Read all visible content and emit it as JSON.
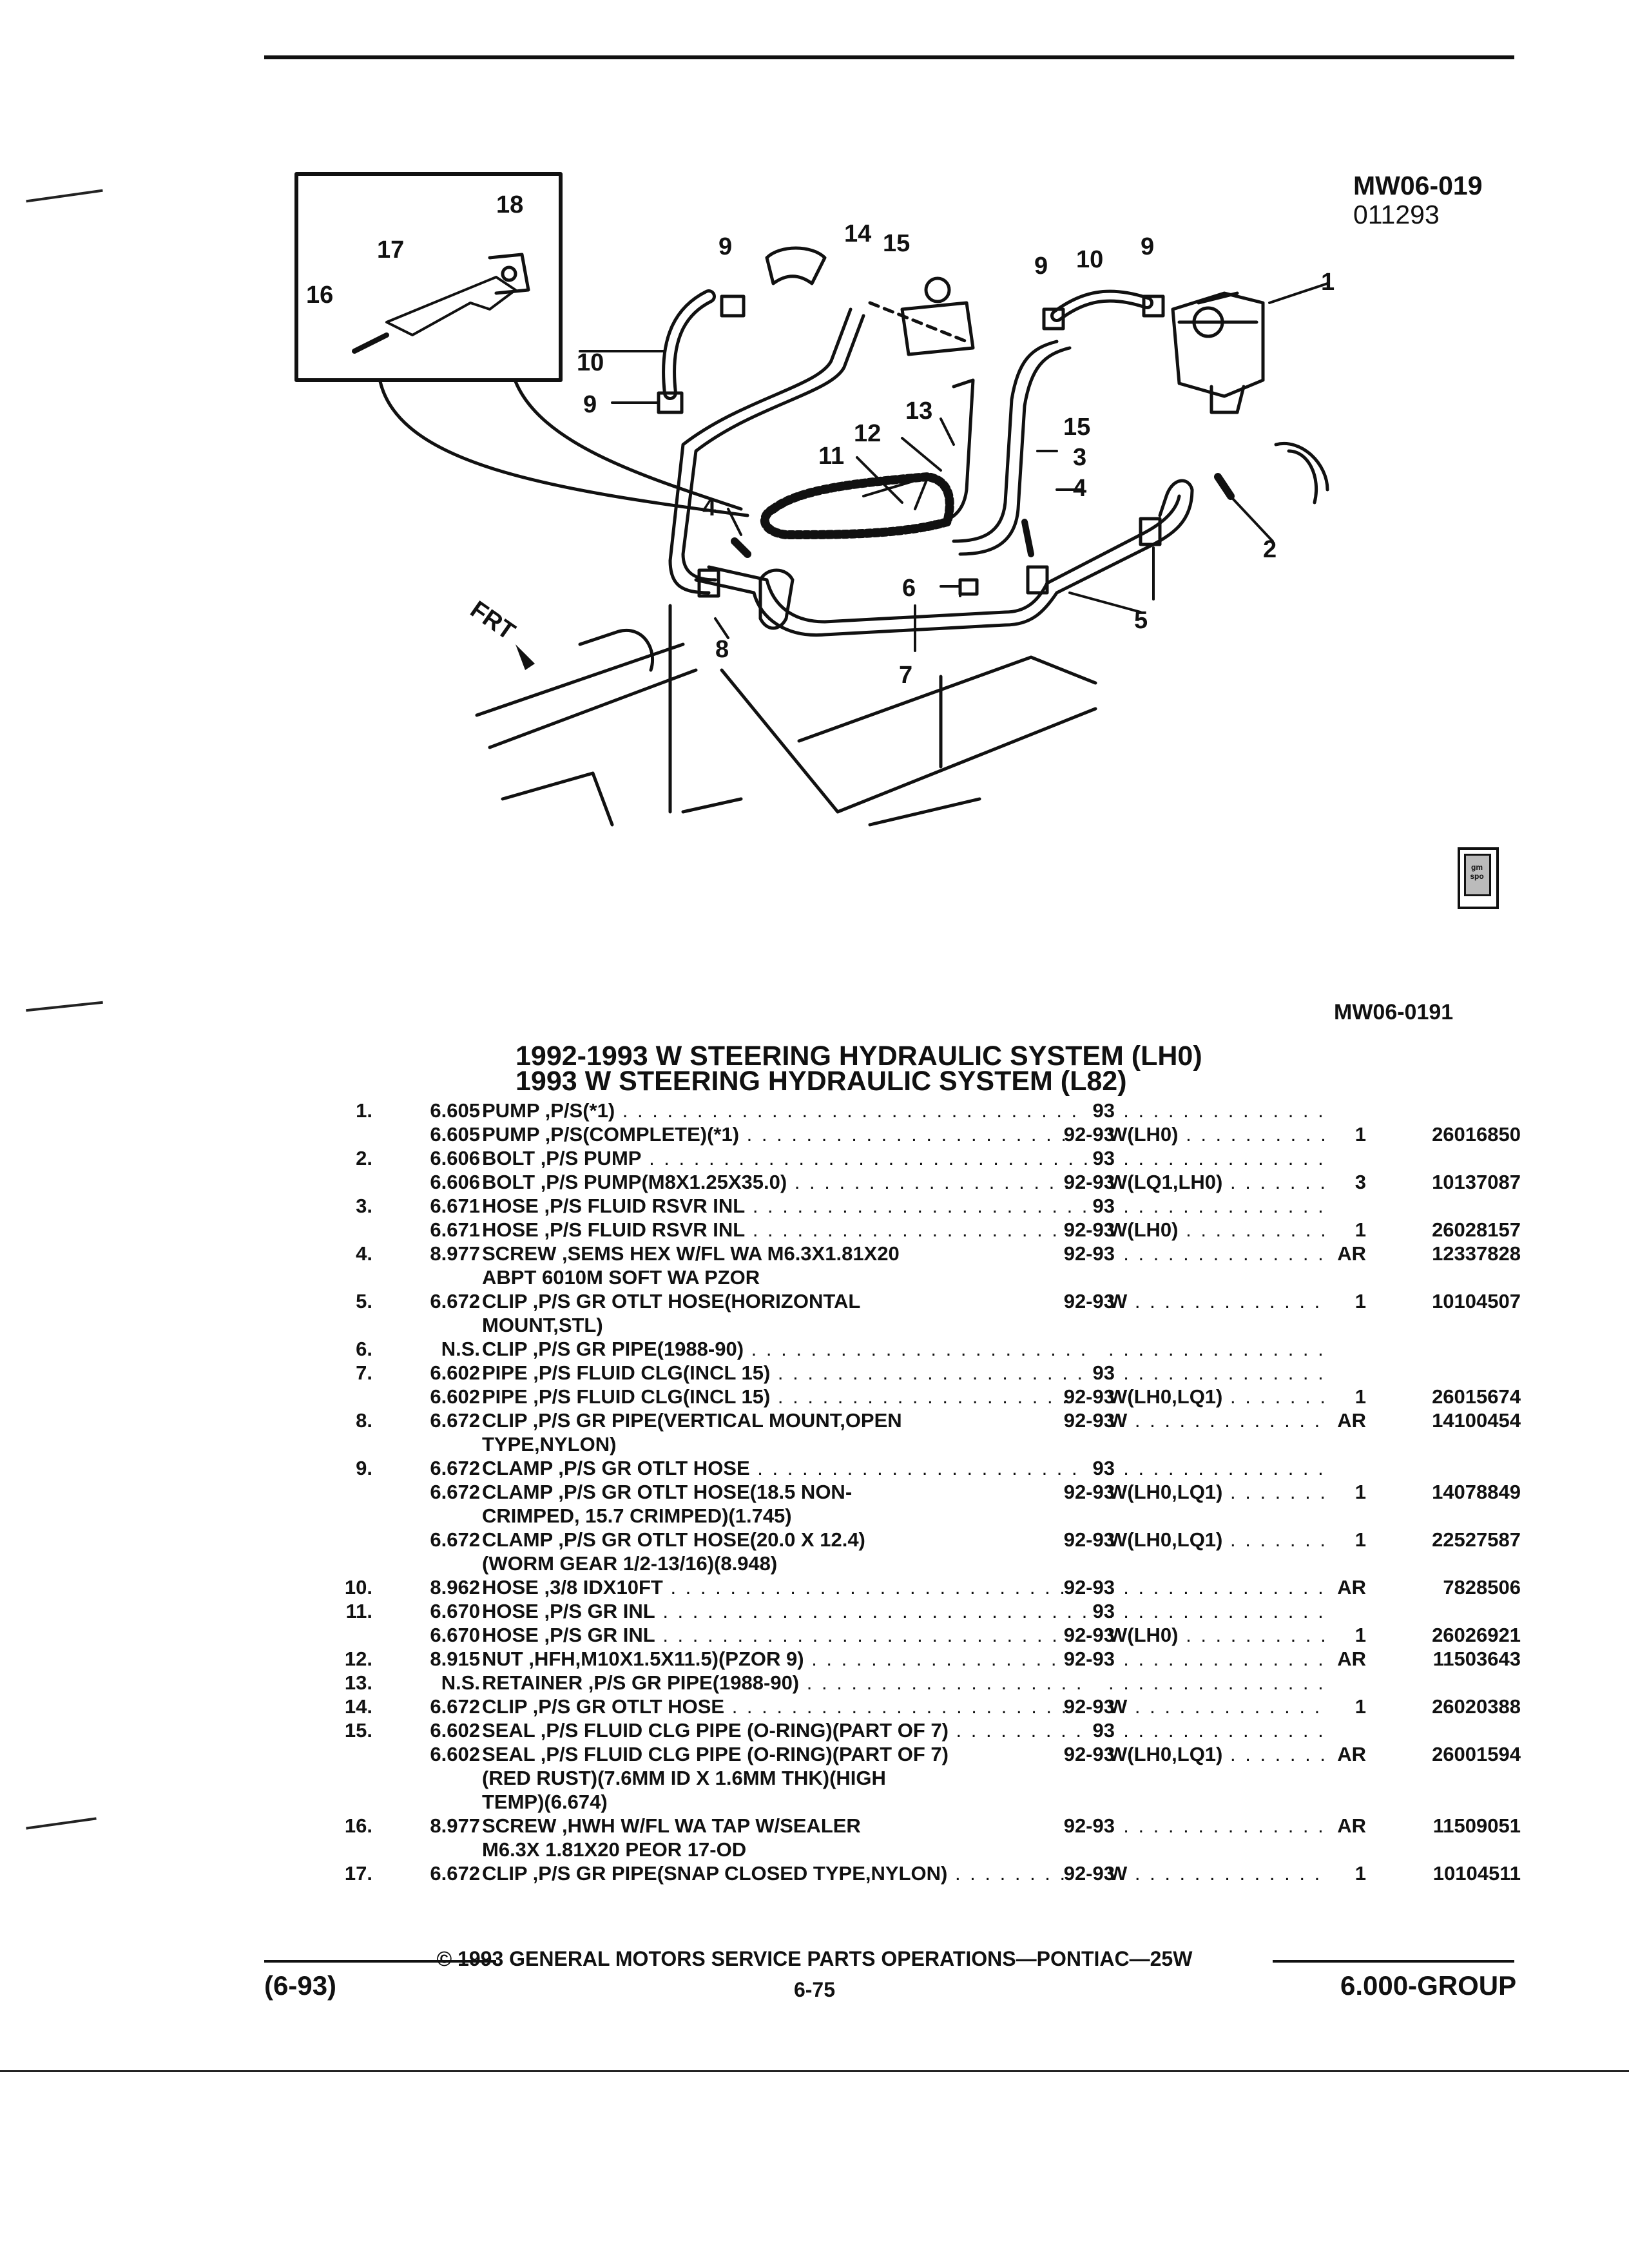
{
  "diagram": {
    "code_top": "MW06-019",
    "code_date": "011293",
    "code_bottom": "MW06-0191",
    "front_label": "FRT",
    "badge_text": "gm spo",
    "callouts": [
      "18",
      "17",
      "16",
      "10",
      "9",
      "9",
      "14",
      "15",
      "9",
      "10",
      "9",
      "1",
      "13",
      "12",
      "11",
      "3",
      "15",
      "4",
      "4",
      "2",
      "6",
      "5",
      "8",
      "7"
    ]
  },
  "titles": {
    "line1": "1992-1993 W STEERING HYDRAULIC SYSTEM (LH0)",
    "line2": "1993 W STEERING HYDRAULIC SYSTEM (L82)"
  },
  "parts": [
    {
      "item": "1.",
      "group": "6.605",
      "name": "PUMP",
      "rest": " ,P/S(*1)",
      "year": "93",
      "app": "",
      "qty": "",
      "part": ""
    },
    {
      "item": "",
      "group": "6.605",
      "name": "PUMP",
      "rest": " ,P/S(COMPLETE)(*1)",
      "year": "92-93",
      "app": "W(LH0)",
      "qty": "1",
      "part": "26016850"
    },
    {
      "item": "2.",
      "group": "6.606",
      "name": "BOLT",
      "rest": " ,P/S PUMP",
      "year": "93",
      "app": "",
      "qty": "",
      "part": ""
    },
    {
      "item": "",
      "group": "6.606",
      "name": "BOLT",
      "rest": " ,P/S PUMP(M8X1.25X35.0)",
      "year": "92-93",
      "app": "W(LQ1,LH0)",
      "qty": "3",
      "part": "10137087"
    },
    {
      "item": "3.",
      "group": "6.671",
      "name": "HOSE",
      "rest": " ,P/S FLUID RSVR INL",
      "year": "93",
      "app": "",
      "qty": "",
      "part": ""
    },
    {
      "item": "",
      "group": "6.671",
      "name": "HOSE",
      "rest": " ,P/S FLUID RSVR INL",
      "year": "92-93",
      "app": "W(LH0)",
      "qty": "1",
      "part": "26028157"
    },
    {
      "item": "4.",
      "group": "8.977",
      "name": "SCREW",
      "rest": " ,SEMS HEX W/FL WA M6.3X1.81X20",
      "year": "92-93",
      "app": "",
      "qty": "AR",
      "part": "12337828",
      "cont": "ABPT 6010M SOFT WA PZOR"
    },
    {
      "item": "5.",
      "group": "6.672",
      "name": "CLIP",
      "rest": " ,P/S GR OTLT HOSE(HORIZONTAL",
      "year": "92-93",
      "app": "W",
      "qty": "1",
      "part": "10104507",
      "cont": "MOUNT,STL)"
    },
    {
      "item": "6.",
      "group": "N.S.",
      "name": "CLIP",
      "rest": " ,P/S GR PIPE(1988-90)",
      "year": "",
      "app": "",
      "qty": "",
      "part": ""
    },
    {
      "item": "7.",
      "group": "6.602",
      "name": "PIPE",
      "rest": " ,P/S FLUID CLG(INCL 15)",
      "year": "93",
      "app": "",
      "qty": "",
      "part": ""
    },
    {
      "item": "",
      "group": "6.602",
      "name": "PIPE",
      "rest": " ,P/S FLUID CLG(INCL 15)",
      "year": "92-93",
      "app": "W(LH0,LQ1)",
      "qty": "1",
      "part": "26015674"
    },
    {
      "item": "8.",
      "group": "6.672",
      "name": "CLIP",
      "rest": " ,P/S GR PIPE(VERTICAL MOUNT,OPEN",
      "year": "92-93",
      "app": "W",
      "qty": "AR",
      "part": "14100454",
      "cont": "TYPE,NYLON)"
    },
    {
      "item": "9.",
      "group": "6.672",
      "name": "CLAMP",
      "rest": " ,P/S GR OTLT HOSE",
      "year": "93",
      "app": "",
      "qty": "",
      "part": ""
    },
    {
      "item": "",
      "group": "6.672",
      "name": "CLAMP",
      "rest": " ,P/S GR OTLT HOSE(18.5 NON-",
      "year": "92-93",
      "app": "W(LH0,LQ1)",
      "qty": "1",
      "part": "14078849",
      "cont": "CRIMPED, 15.7 CRIMPED)(1.745)"
    },
    {
      "item": "",
      "group": "6.672",
      "name": "CLAMP",
      "rest": " ,P/S GR OTLT HOSE(20.0 X 12.4)",
      "year": "92-93",
      "app": "W(LH0,LQ1)",
      "qty": "1",
      "part": "22527587",
      "cont": "(WORM GEAR 1/2-13/16)(8.948)"
    },
    {
      "item": "10.",
      "group": "8.962",
      "name": "HOSE",
      "rest": " ,3/8 IDX10FT",
      "year": "92-93",
      "app": "",
      "qty": "AR",
      "part": "7828506"
    },
    {
      "item": "11.",
      "group": "6.670",
      "name": "HOSE",
      "rest": " ,P/S GR INL",
      "year": "93",
      "app": "",
      "qty": "",
      "part": ""
    },
    {
      "item": "",
      "group": "6.670",
      "name": "HOSE",
      "rest": " ,P/S GR INL",
      "year": "92-93",
      "app": "W(LH0)",
      "qty": "1",
      "part": "26026921"
    },
    {
      "item": "12.",
      "group": "8.915",
      "name": "NUT",
      "rest": " ,HFH,M10X1.5X11.5)(PZOR 9)",
      "year": "92-93",
      "app": "",
      "qty": "AR",
      "part": "11503643"
    },
    {
      "item": "13.",
      "group": "N.S.",
      "name": "RETAINER",
      "rest": " ,P/S GR PIPE(1988-90)",
      "year": "",
      "app": "",
      "qty": "",
      "part": ""
    },
    {
      "item": "14.",
      "group": "6.672",
      "name": "CLIP",
      "rest": " ,P/S GR OTLT HOSE",
      "year": "92-93",
      "app": "W",
      "qty": "1",
      "part": "26020388"
    },
    {
      "item": "15.",
      "group": "6.602",
      "name": "SEAL",
      "rest": " ,P/S FLUID CLG PIPE (O-RING)(PART OF 7)",
      "year": "93",
      "app": "",
      "qty": "",
      "part": ""
    },
    {
      "item": "",
      "group": "6.602",
      "name": "SEAL",
      "rest": " ,P/S FLUID CLG PIPE (O-RING)(PART OF 7)",
      "year": "92-93",
      "app": "W(LH0,LQ1)",
      "qty": "AR",
      "part": "26001594",
      "cont": "(RED RUST)(7.6MM ID X 1.6MM THK)(HIGH",
      "cont2": "TEMP)(6.674)"
    },
    {
      "item": "16.",
      "group": "8.977",
      "name": "SCREW",
      "rest": " ,HWH W/FL WA TAP W/SEALER",
      "year": "92-93",
      "app": "",
      "qty": "AR",
      "part": "11509051",
      "cont": "M6.3X 1.81X20 PEOR 17-OD"
    },
    {
      "item": "17.",
      "group": "6.672",
      "name": "CLIP",
      "rest": " ,P/S GR PIPE(SNAP CLOSED TYPE,NYLON)",
      "year": "92-93",
      "app": "W",
      "qty": "1",
      "part": "10104511"
    }
  ],
  "footer": {
    "copyright": "© 1993 GENERAL MOTORS SERVICE PARTS OPERATIONS—PONTIAC—25W",
    "date_code": "(6-93)",
    "page_number": "6-75",
    "group": "6.000-GROUP"
  }
}
